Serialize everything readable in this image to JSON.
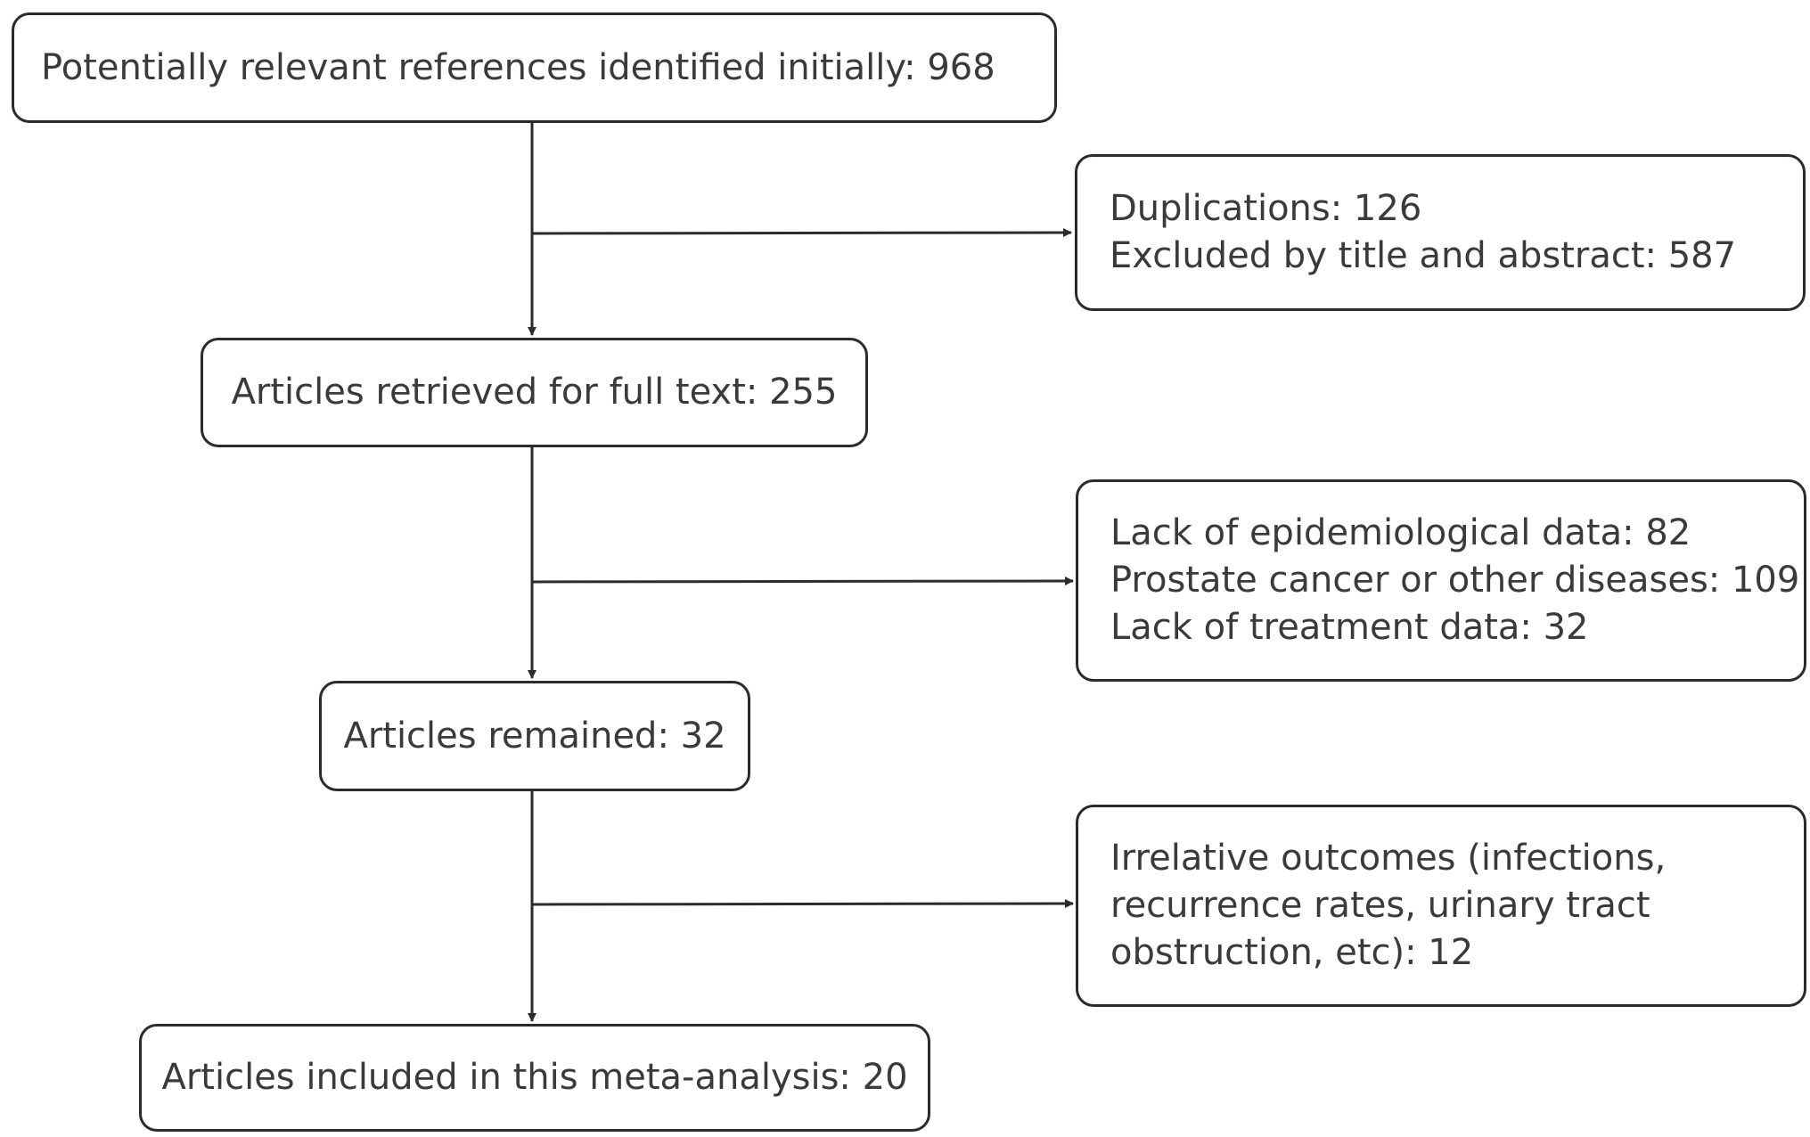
{
  "flowchart": {
    "identified": "Potentially relevant references identified initially: 968",
    "excluded_1": [
      "Duplications: 126",
      "Excluded by title and abstract: 587"
    ],
    "retrieved": "Articles retrieved for full text: 255",
    "excluded_2": [
      "Lack of epidemiological data: 82",
      "Prostate cancer or other diseases: 109",
      "Lack of treatment data: 32"
    ],
    "remained": "Articles remained: 32",
    "excluded_3": [
      "Irrelative outcomes (infections,",
      "recurrence rates, urinary tract",
      "obstruction, etc): 12"
    ],
    "included": "Articles included in this meta-analysis: 20"
  },
  "colors": {
    "stroke": "#2b2b2b",
    "text": "#3a3a3a",
    "background": "#ffffff"
  }
}
